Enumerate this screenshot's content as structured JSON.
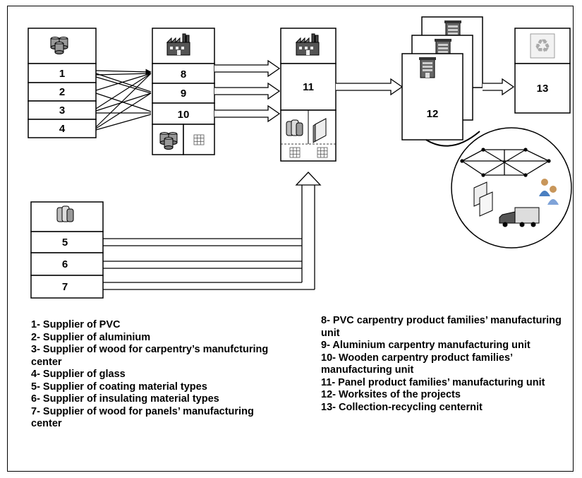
{
  "nodes": {
    "n1": "1",
    "n2": "2",
    "n3": "3",
    "n4": "4",
    "n5": "5",
    "n6": "6",
    "n7": "7",
    "n8": "8",
    "n9": "9",
    "n10": "10",
    "n11": "11",
    "n12": "12",
    "n13": "13"
  },
  "legend_left": [
    "1- Supplier of PVC",
    "2- Supplier of aluminium",
    "3- Supplier of wood for carpentry’s manufcturing center",
    "4- Supplier of glass",
    "5- Supplier of coating material types",
    "6- Supplier of insulating material types",
    "7- Supplier of wood for panels’ manufacturing center"
  ],
  "legend_right": [
    "8- PVC carpentry product families’ manufacturing unit",
    "9- Aluminium carpentry  manufacturing unit",
    "10- Wooden carpentry product families’ manufacturing unit",
    "11- Panel product families’ manufacturing unit",
    "12- Worksites of the projects",
    "13- Collection-recycling centernit"
  ],
  "icons": {
    "supplier": "barrels-icon",
    "factory": "factory-icon",
    "rolls": "rolls-icon",
    "grid": "grid-panel-icon",
    "panel": "glass-panel-icon",
    "building": "building-icon",
    "recycle": "recycle-icon",
    "truck": "truck-icon",
    "people": "people-icon",
    "truss": "truss-icon"
  }
}
